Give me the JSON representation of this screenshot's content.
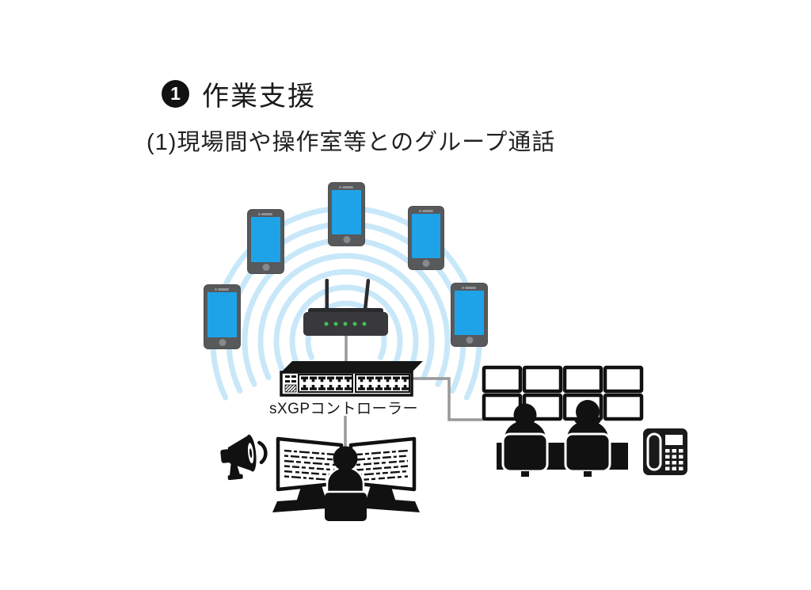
{
  "page": {
    "background_color": "#ffffff"
  },
  "header": {
    "badge_number": "1",
    "title": "作業支援",
    "subtitle": "(1)現場間や操作室等とのグループ通話"
  },
  "diagram": {
    "controller_label": "sXGPコントローラー",
    "smartphone_count": 5,
    "wifi_wave_count": 7,
    "access_point": {
      "antenna_count": 2,
      "led_count": 5
    },
    "switch_port_count": 24,
    "video_wall": {
      "rows": 2,
      "columns": 4
    },
    "operator_count": 2,
    "icons": [
      "smartphone-icon",
      "wifi-waves-icon",
      "wireless-access-point-icon",
      "network-switch-icon",
      "video-wall-monitor-icon",
      "seated-person-icon",
      "office-chair-icon",
      "desk-icon",
      "desk-phone-icon",
      "megaphone-icon",
      "dual-monitor-workstation-icon",
      "operator-person-icon",
      "cable-line"
    ],
    "colors": {
      "phone_body": "#58595b",
      "phone_screen": "#1fa3e8",
      "wifi_wave": "#c8e8f9",
      "router_body": "#39393b",
      "led_green": "#41c055",
      "icon_black": "#111111",
      "cable_gray": "#999999",
      "text_black": "#1a1a1a"
    }
  }
}
